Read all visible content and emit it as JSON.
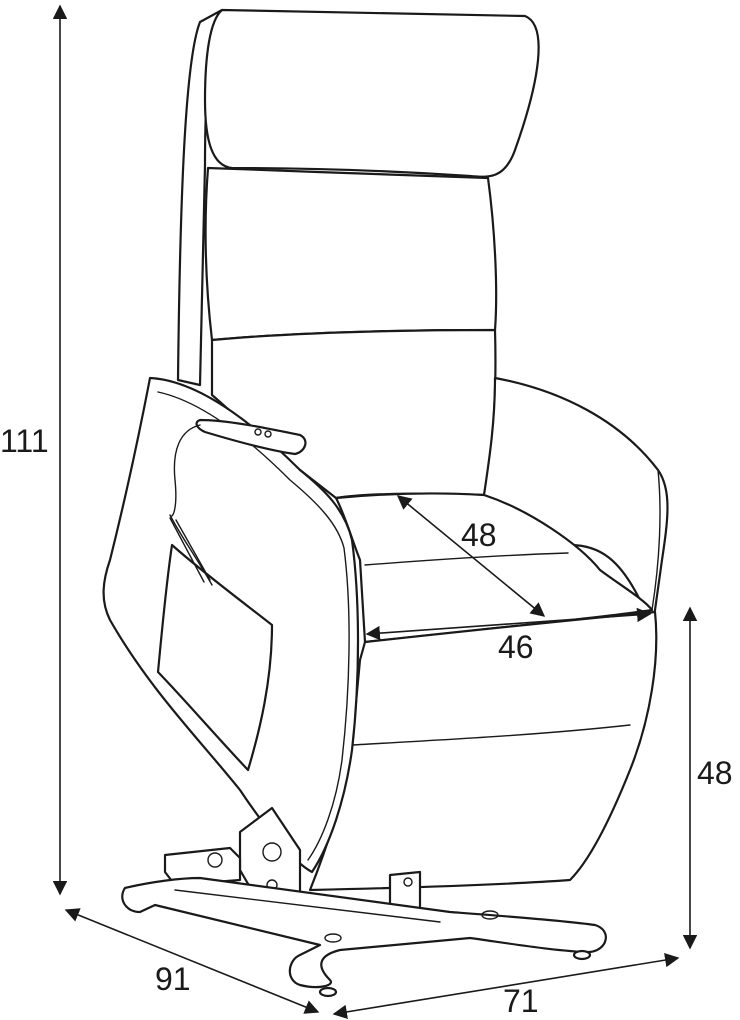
{
  "dimensions": {
    "height_total": "111",
    "seat_height": "48",
    "seat_depth": "48",
    "seat_width": "46",
    "depth": "91",
    "width": "71"
  }
}
